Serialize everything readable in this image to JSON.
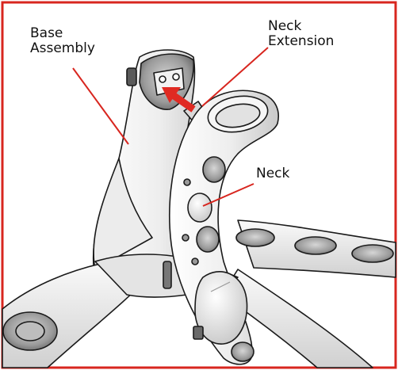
{
  "labels": {
    "base_line1": "Base",
    "base_line2": "Assembly",
    "ext_line1": "Neck",
    "ext_line2": "Extension",
    "neck": "Neck"
  },
  "colors": {
    "frame": "#d8261f",
    "leader": "#d8261f",
    "arrow": "#e02a22",
    "outline": "#1a1a1a",
    "body": "#f4f4f4",
    "shade": "#cfcfcf",
    "lens": "#e6e6e6"
  }
}
